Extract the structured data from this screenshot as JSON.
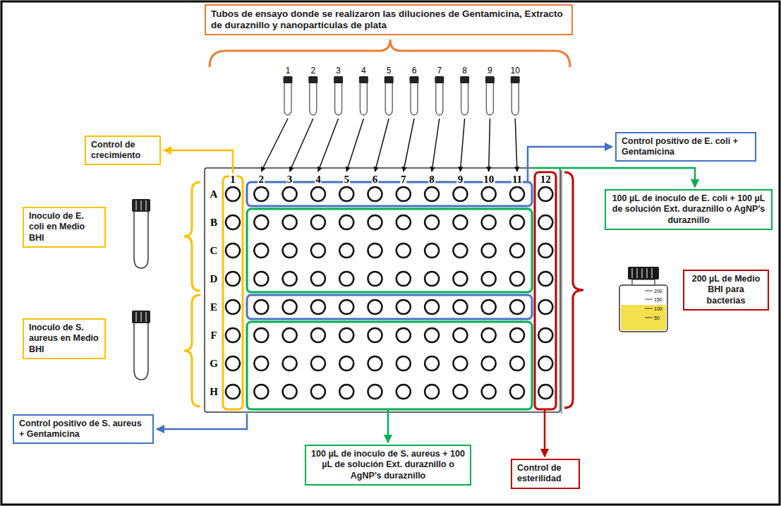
{
  "diagram": {
    "nodes": [
      {
        "text": [
          "Tubos de ensayo donde se realizaron las diluciones de Gentamicina, Extracto de duraznillo y nanopartículas de plata"
        ]
      },
      {
        "text": [
          "Control de crecimiento"
        ]
      },
      {
        "text": [
          "Inoculo de E. coli en Medio BHI"
        ]
      },
      {
        "text": [
          "Inoculo de S. aureus en Medio BHI"
        ]
      },
      {
        "text": [
          "Control positivo de E. coli + Gentamicina"
        ]
      },
      {
        "text": [
          "100 µL de inoculo de E. coli + 100 µL de solución Ext. duraznillo o AgNP’s duraznillo"
        ]
      },
      {
        "text": [
          "200 µL de Medio BHI para bacterias"
        ]
      },
      {
        "text": [
          "Control positivo de S. aureus + Gentamicina"
        ]
      },
      {
        "text": [
          "100 µL de inoculo de S. aureus + 100 µL de solución Ext. duraznillo o AgNP’s duraznillo"
        ]
      },
      {
        "text": [
          "Control de esterilidad"
        ]
      }
    ],
    "labels": [
      "1",
      "2",
      "3",
      "4",
      "5",
      "6",
      "7",
      "8",
      "9",
      "10",
      "1",
      "2",
      "3",
      "4",
      "5",
      "6",
      "7",
      "8",
      "9",
      "10",
      "11",
      "12",
      "A",
      "B",
      "C",
      "D",
      "E",
      "F",
      "G",
      "H",
      "200",
      "150",
      "100",
      "50"
    ]
  }
}
